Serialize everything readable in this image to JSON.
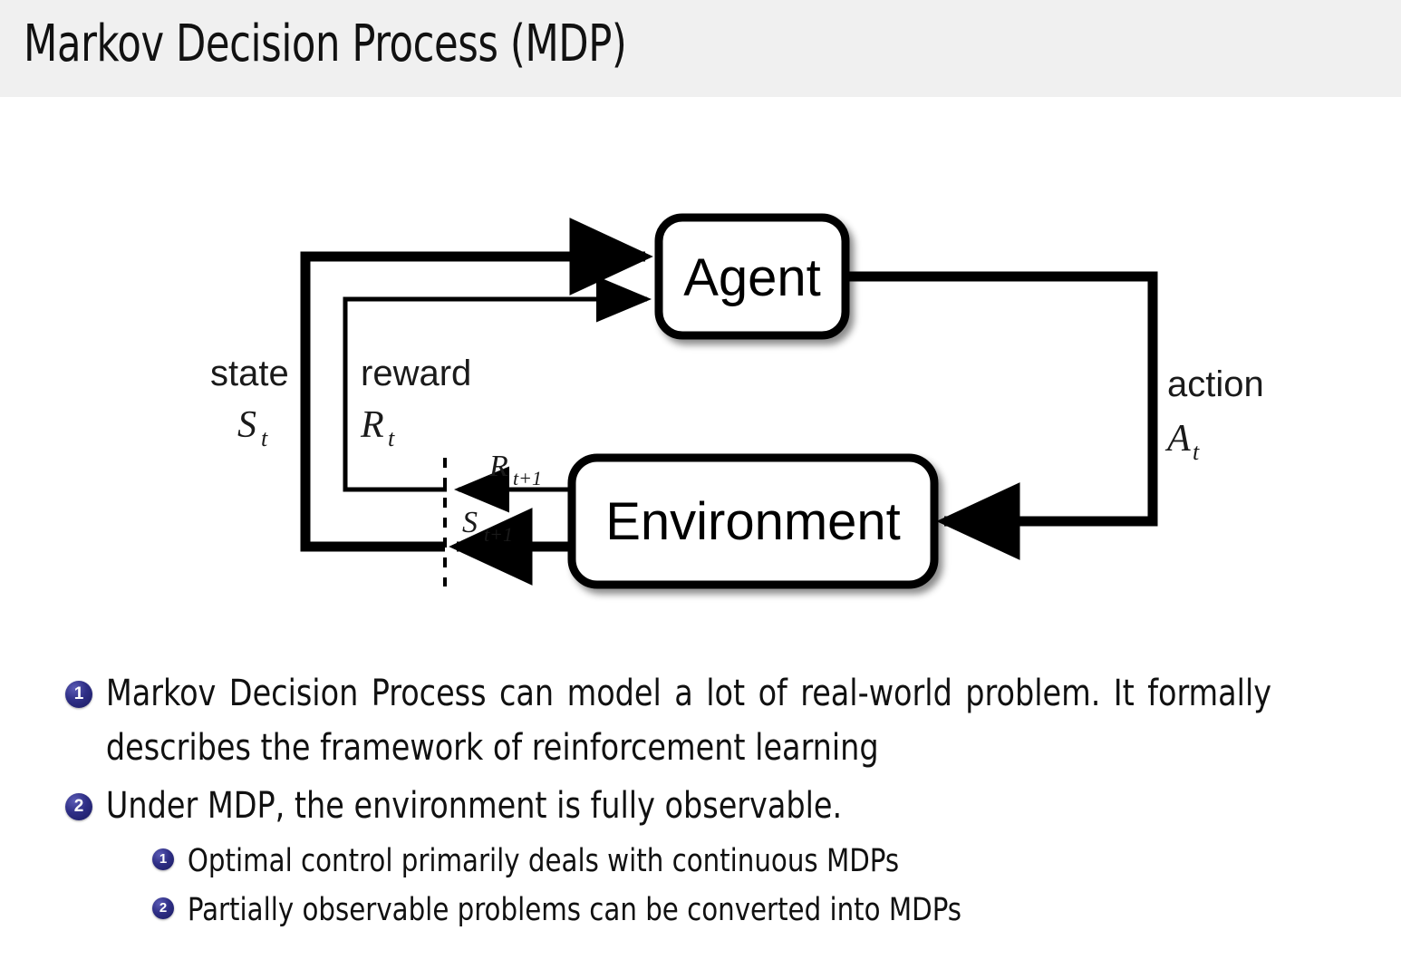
{
  "header": {
    "title": "Markov Decision Process (MDP)",
    "band_color": "#f0f0f0"
  },
  "diagram": {
    "name": "agent-environment-interaction-loop",
    "nodes": {
      "agent": "Agent",
      "environment": "Environment"
    },
    "edge_labels": {
      "state_word": "state",
      "state_symbol": "S",
      "state_subscript": "t",
      "reward_word": "reward",
      "reward_symbol": "R",
      "reward_subscript": "t",
      "action_word": "action",
      "action_symbol": "A",
      "action_subscript": "t",
      "next_reward_symbol": "R",
      "next_reward_subscript": "t+1",
      "next_state_symbol": "S",
      "next_state_subscript": "t+1"
    },
    "colors": {
      "stroke": "#000000",
      "fill": "#ffffff",
      "text": "#000000"
    }
  },
  "bullets": {
    "marker_color": "#2f2f86",
    "items": [
      {
        "number": "1",
        "level": 1,
        "text": "Markov Decision Process can model a lot of real-world problem. It formally describes the framework of reinforcement learning"
      },
      {
        "number": "2",
        "level": 1,
        "text": "Under MDP, the environment is fully observable."
      },
      {
        "number": "1",
        "level": 2,
        "text": "Optimal control primarily deals with continuous MDPs"
      },
      {
        "number": "2",
        "level": 2,
        "text": "Partially observable problems can be converted into MDPs"
      }
    ]
  }
}
